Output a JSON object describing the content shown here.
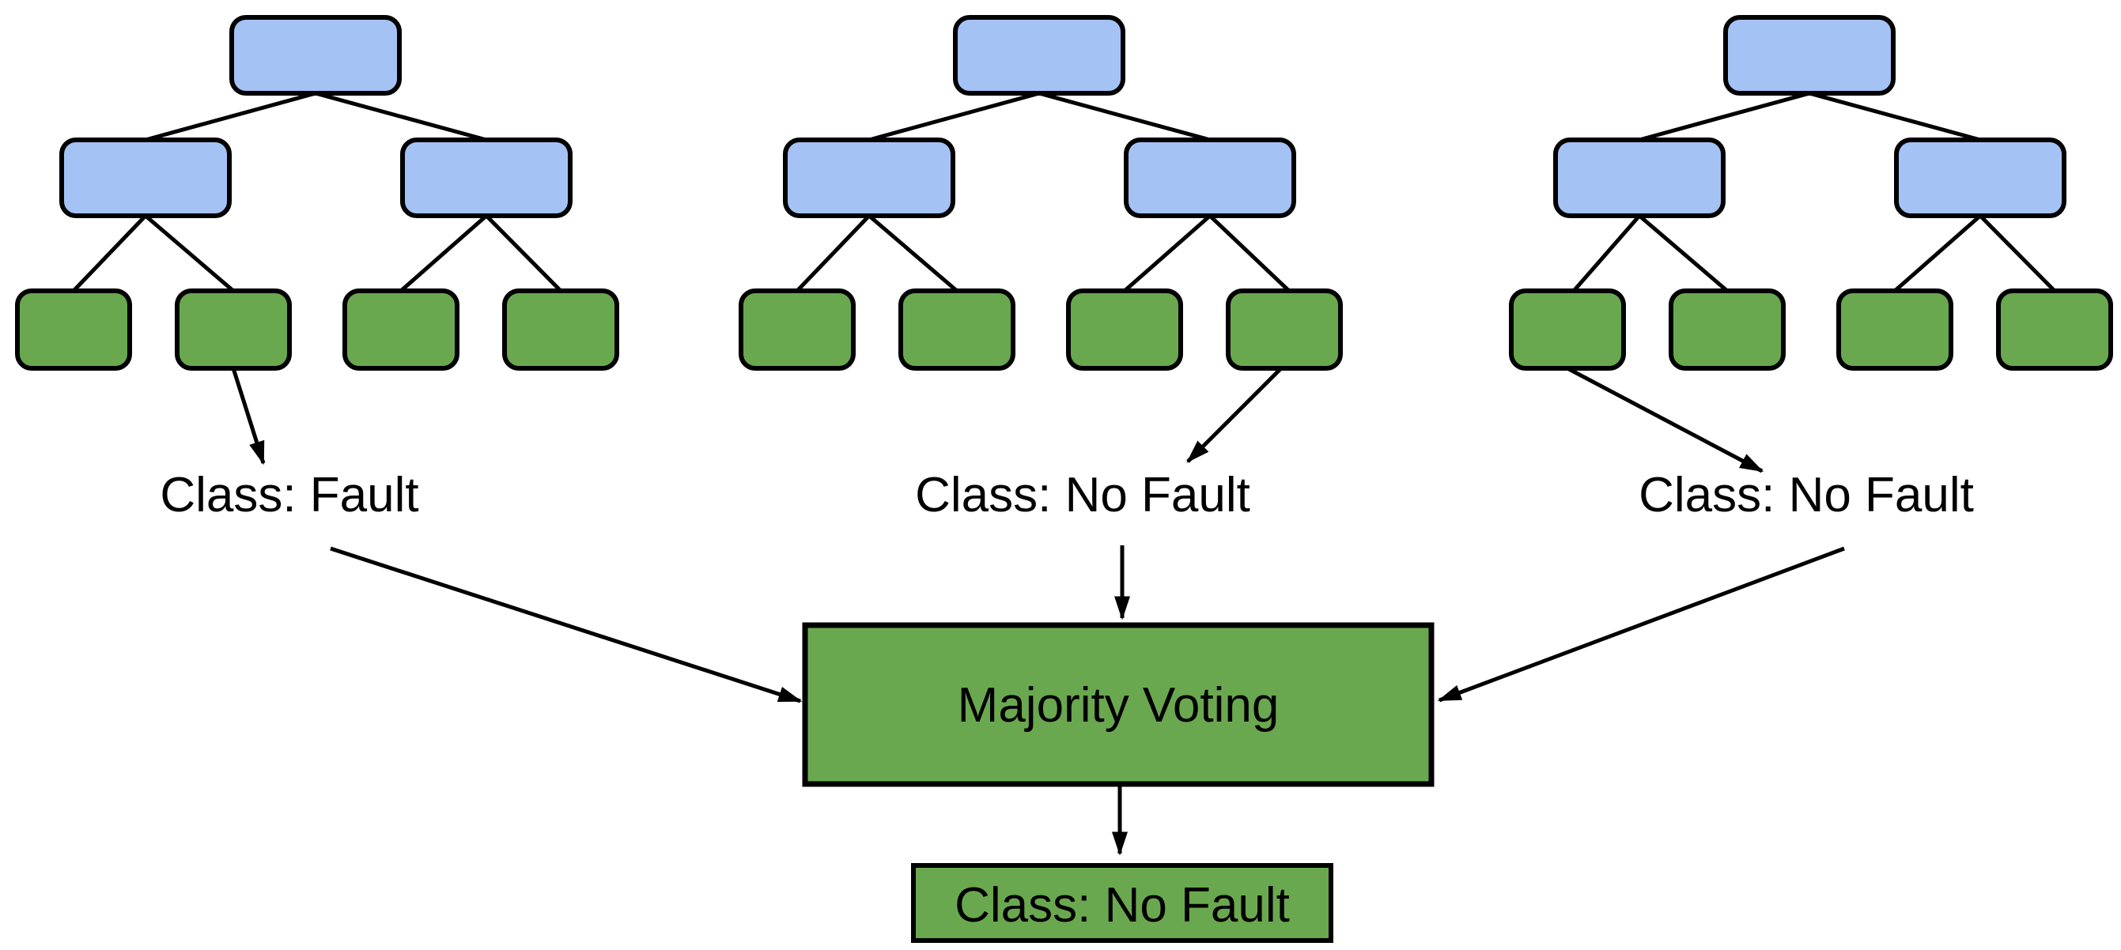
{
  "trees": [
    {
      "prediction": "Class: Fault"
    },
    {
      "prediction": "Class: No Fault"
    },
    {
      "prediction": "Class: No Fault"
    }
  ],
  "aggregator": {
    "label": "Majority Voting"
  },
  "output": {
    "label": "Class: No Fault"
  },
  "colors": {
    "internal_node_fill": "#a4c2f4",
    "leaf_node_fill": "#6aa84f",
    "line": "#000000",
    "background": "#ffffff"
  }
}
